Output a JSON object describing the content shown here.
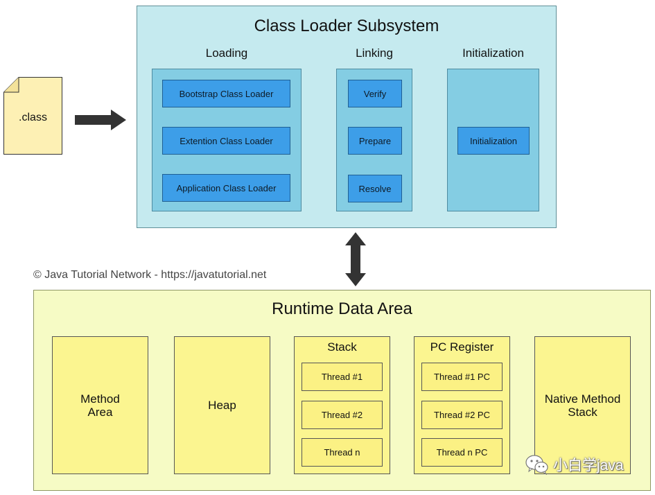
{
  "file": {
    "label": ".class"
  },
  "class_loader": {
    "title": "Class Loader Subsystem",
    "phases": [
      {
        "label": "Loading",
        "items": [
          "Bootstrap Class Loader",
          "Extention Class Loader",
          "Application Class Loader"
        ]
      },
      {
        "label": "Linking",
        "items": [
          "Verify",
          "Prepare",
          "Resolve"
        ]
      },
      {
        "label": "Initialization",
        "items": [
          "Initialization"
        ]
      }
    ]
  },
  "copyright": "© Java Tutorial Network - https://javatutorial.net",
  "runtime": {
    "title": "Runtime Data Area",
    "method_area": "Method\nArea",
    "heap": "Heap",
    "stack": {
      "label": "Stack",
      "threads": [
        "Thread #1",
        "Thread #2",
        "Thread n"
      ]
    },
    "pc_register": {
      "label": "PC Register",
      "threads": [
        "Thread #1 PC",
        "Thread #2 PC",
        "Thread n PC"
      ]
    },
    "native_stack": "Native Method\nStack"
  },
  "watermark": {
    "text": "小白学java",
    "icon": "wechat-icon"
  },
  "colors": {
    "loader_bg": "#c5eaef",
    "phase_bg": "#84cde3",
    "loader_item": "#3d9ee8",
    "runtime_bg": "#f6fbc5",
    "area_bg": "#fbf590",
    "file_bg": "#fdf0b4"
  }
}
